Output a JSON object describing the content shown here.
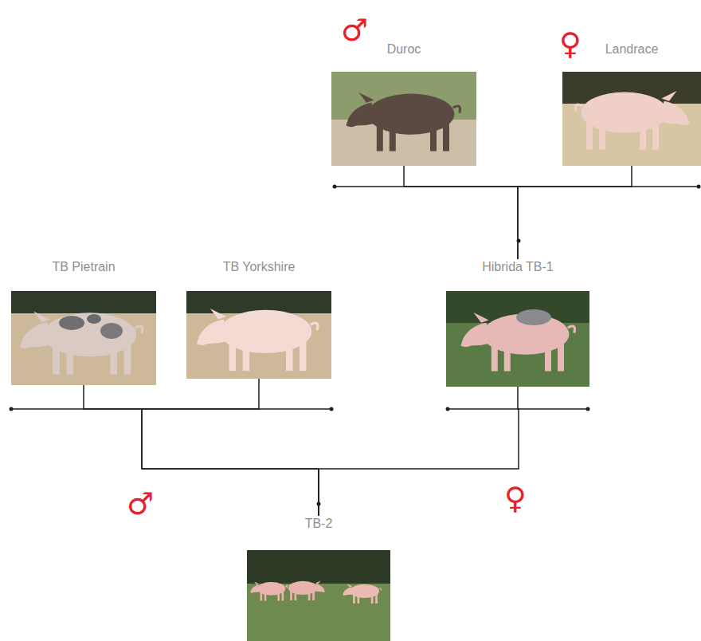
{
  "diagram": {
    "nodes": [
      {
        "text": [
          "Duroc"
        ]
      },
      {
        "text": [
          "Landrace"
        ]
      },
      {
        "text": [
          "TB Pietrain"
        ]
      },
      {
        "text": [
          "TB Yorkshire"
        ]
      },
      {
        "text": [
          "Hibrida TB-1"
        ]
      },
      {
        "text": [
          "TB-2"
        ]
      }
    ],
    "edges": [
      {
        "from": 0,
        "to": 4,
        "arrow": "none"
      },
      {
        "from": 1,
        "to": 4,
        "arrow": "none"
      },
      {
        "from": 2,
        "to": 5,
        "arrow": "none"
      },
      {
        "from": 3,
        "to": 5,
        "arrow": "none"
      },
      {
        "from": 4,
        "to": 5,
        "arrow": "none"
      }
    ],
    "labels": [
      "♂",
      "♀",
      "♂",
      "♀"
    ]
  }
}
